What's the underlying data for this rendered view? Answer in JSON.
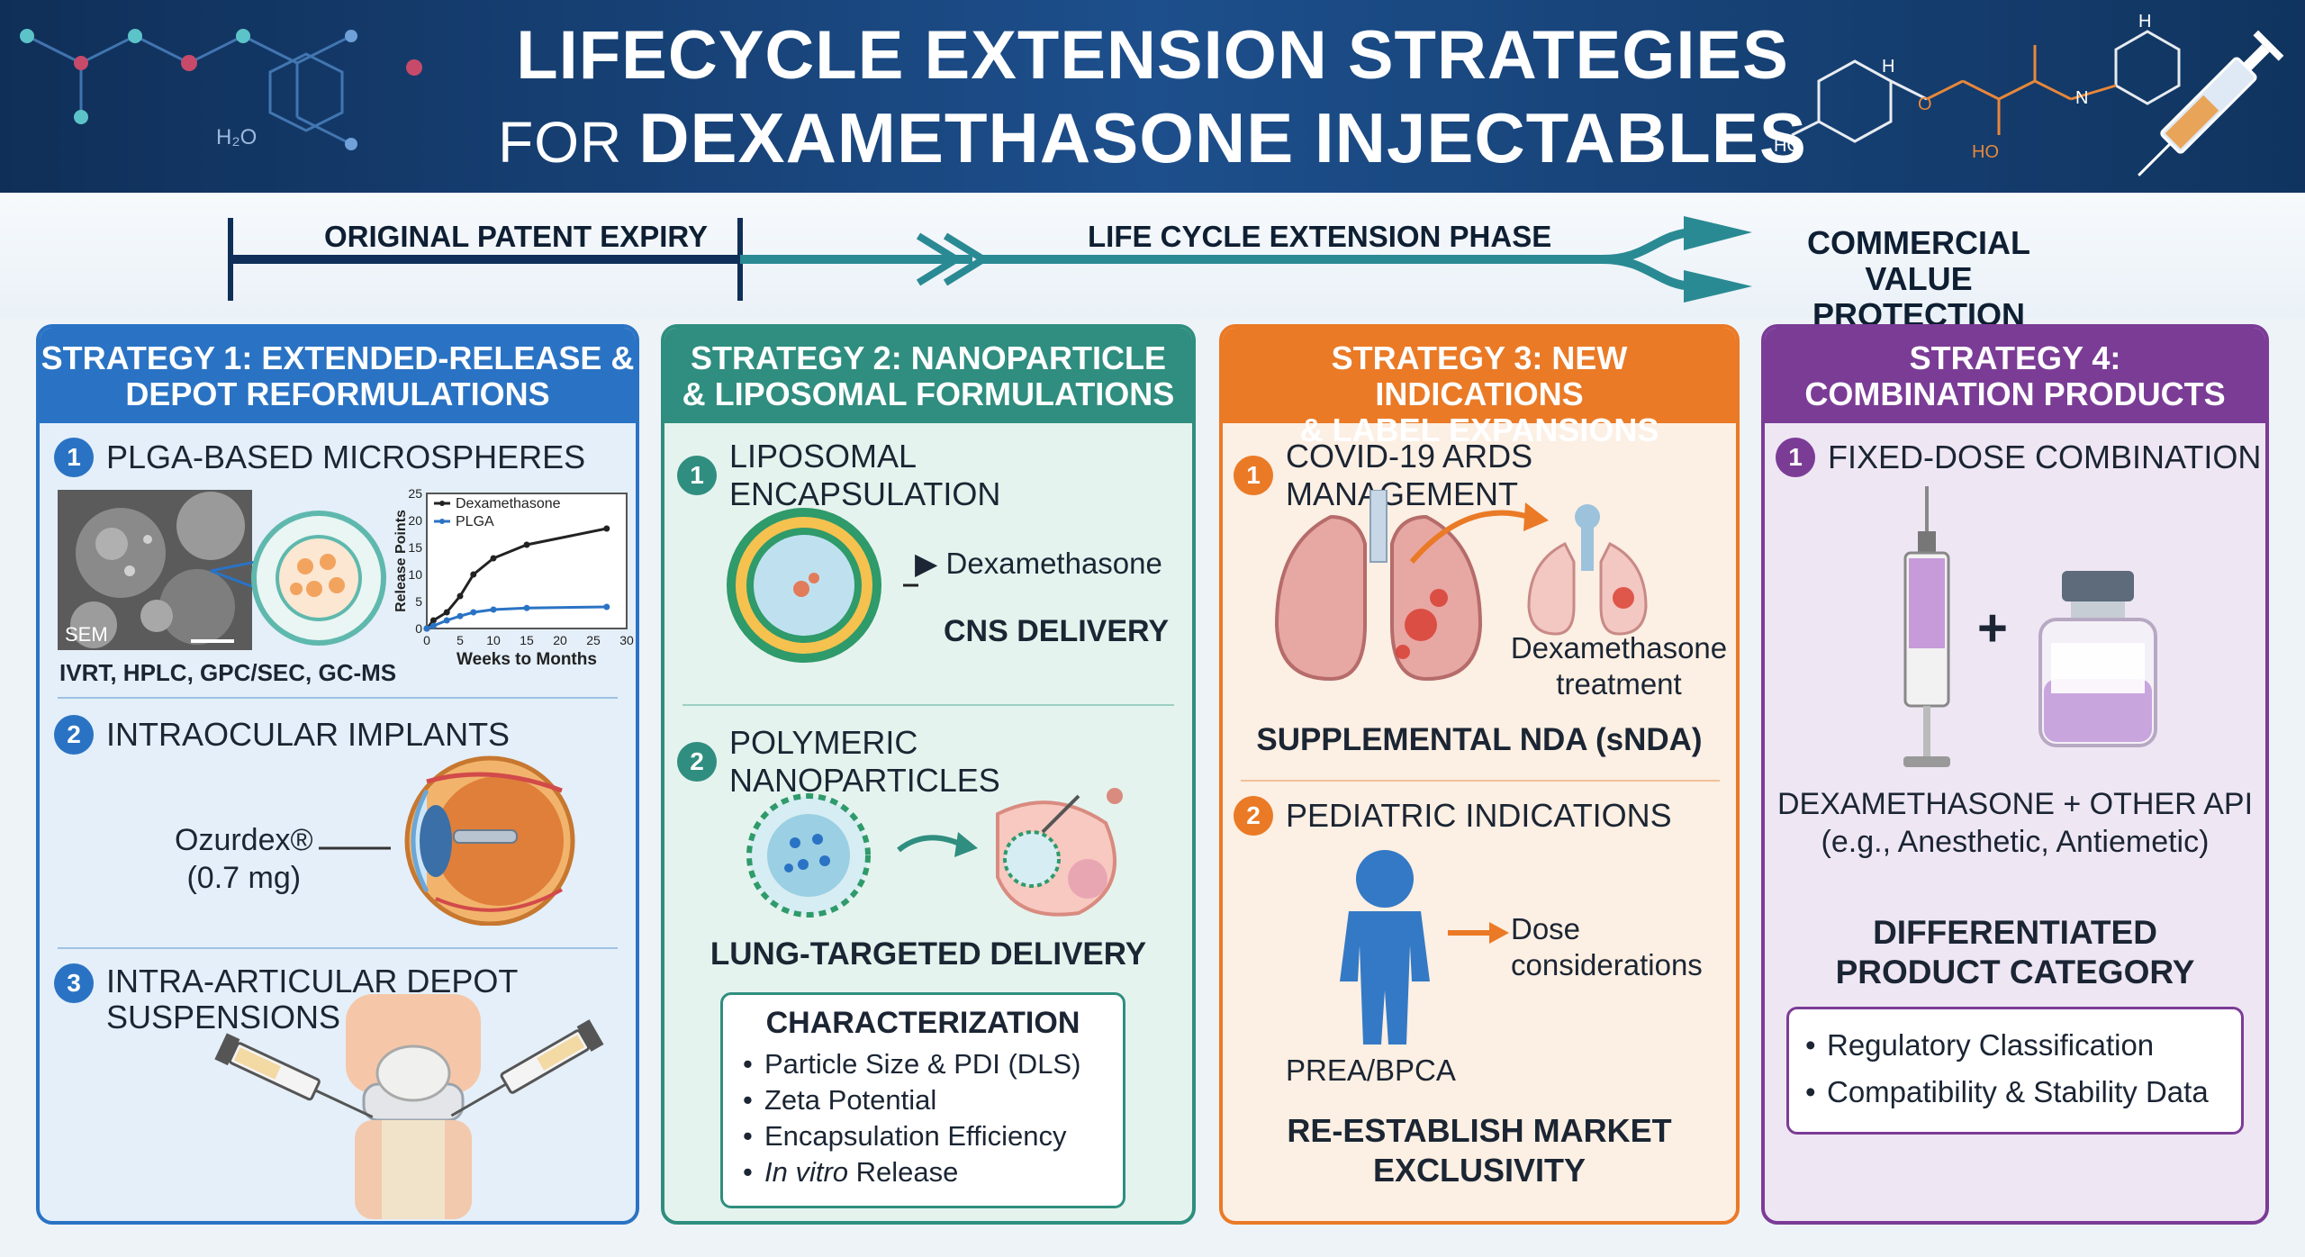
{
  "title": {
    "line1": "LIFECYCLE EXTENSION STRATEGIES",
    "line2_prefix": "FOR",
    "line2_main": "DEXAMETHASONE INJECTABLES"
  },
  "header_decor": {
    "h2o": "H₂O",
    "ho_left": "HO",
    "ho_mid": "HO",
    "h_top": "H",
    "h_mid": "H",
    "o": "O",
    "n": "N"
  },
  "timeline": {
    "left_label": "ORIGINAL PATENT EXPIRY",
    "mid_label": "LIFE CYCLE EXTENSION PHASE",
    "right_label_1": "COMMERCIAL VALUE",
    "right_label_2": "PROTECTION"
  },
  "s1": {
    "header_1": "STRATEGY 1: EXTENDED-RELEASE &",
    "header_2": "DEPOT REFORMULATIONS",
    "sub1": {
      "num": "1",
      "label": "PLGA-BASED MICROSPHERES",
      "sem": "SEM",
      "methods": "IVRT, HPLC, GPC/SEC, GC-MS"
    },
    "sub2": {
      "num": "2",
      "label": "INTRAOCULAR IMPLANTS",
      "implant": "Ozurdex®",
      "dose": "(0.7 mg)"
    },
    "sub3": {
      "num": "3",
      "label_1": "INTRA-ARTICULAR DEPOT",
      "label_2": "SUSPENSIONS"
    }
  },
  "chart_data": {
    "type": "line",
    "ylabel": "Release Points",
    "xlabel": "Weeks to Months",
    "x_ticks": [
      0,
      5,
      10,
      15,
      20,
      25,
      30
    ],
    "y_ticks": [
      0,
      5,
      10,
      15,
      20,
      25
    ],
    "xlim": [
      0,
      30
    ],
    "ylim": [
      0,
      25
    ],
    "series": [
      {
        "name": "Dexamethasone",
        "color": "#222222",
        "x": [
          0,
          1,
          3,
          5,
          7,
          10,
          15,
          27
        ],
        "y": [
          0,
          1.5,
          3,
          6,
          10,
          13,
          15.5,
          18.5
        ]
      },
      {
        "name": "PLGA",
        "color": "#2a73c4",
        "x": [
          0,
          1,
          3,
          5,
          7,
          10,
          15,
          27
        ],
        "y": [
          0,
          0.5,
          1.5,
          2.3,
          3,
          3.5,
          3.8,
          4
        ]
      }
    ]
  },
  "s2": {
    "header_1": "STRATEGY 2: NANOPARTICLE",
    "header_2": "& LIPOSOMAL FORMULATIONS",
    "sub1": {
      "num": "1",
      "label": "LIPOSOMAL ENCAPSULATION",
      "drug": "Dexamethasone",
      "result": "CNS DELIVERY"
    },
    "sub2": {
      "num": "2",
      "label": "POLYMERIC NANOPARTICLES",
      "result": "LUNG-TARGETED DELIVERY"
    },
    "char": {
      "title": "CHARACTERIZATION",
      "items": [
        "Particle Size & PDI (DLS)",
        "Zeta Potential",
        "Encapsulation Efficiency"
      ],
      "last_italic": "In vitro",
      "last_rest": " Release"
    }
  },
  "s3": {
    "header_1": "STRATEGY 3: NEW INDICATIONS",
    "header_2": "& LABEL EXPANSIONS",
    "sub1": {
      "num": "1",
      "label": "COVID-19 ARDS MANAGEMENT",
      "treat_1": "Dexamethasone",
      "treat_2": "treatment",
      "result": "SUPPLEMENTAL NDA (sNDA)"
    },
    "sub2": {
      "num": "2",
      "label": "PEDIATRIC INDICATIONS",
      "dose_1": "Dose",
      "dose_2": "considerations",
      "prea": "PREA/BPCA",
      "result_1": "RE-ESTABLISH MARKET",
      "result_2": "EXCLUSIVITY"
    }
  },
  "s4": {
    "header_1": "STRATEGY 4:",
    "header_2": "COMBINATION PRODUCTS",
    "sub1": {
      "num": "1",
      "label": "FIXED-DOSE COMBINATION",
      "plus": "+",
      "combo_1": "DEXAMETHASONE + OTHER API",
      "combo_2": "(e.g., Anesthetic, Antiemetic)"
    },
    "result_1": "DIFFERENTIATED",
    "result_2": "PRODUCT CATEGORY",
    "box_items": [
      "Regulatory Classification",
      "Compatibility & Stability Data"
    ]
  },
  "colors": {
    "navy": "#0f2f58",
    "blue": "#2a73c4",
    "teal": "#2f8e7f",
    "orange": "#ea7a26",
    "purple": "#7b3c96"
  }
}
